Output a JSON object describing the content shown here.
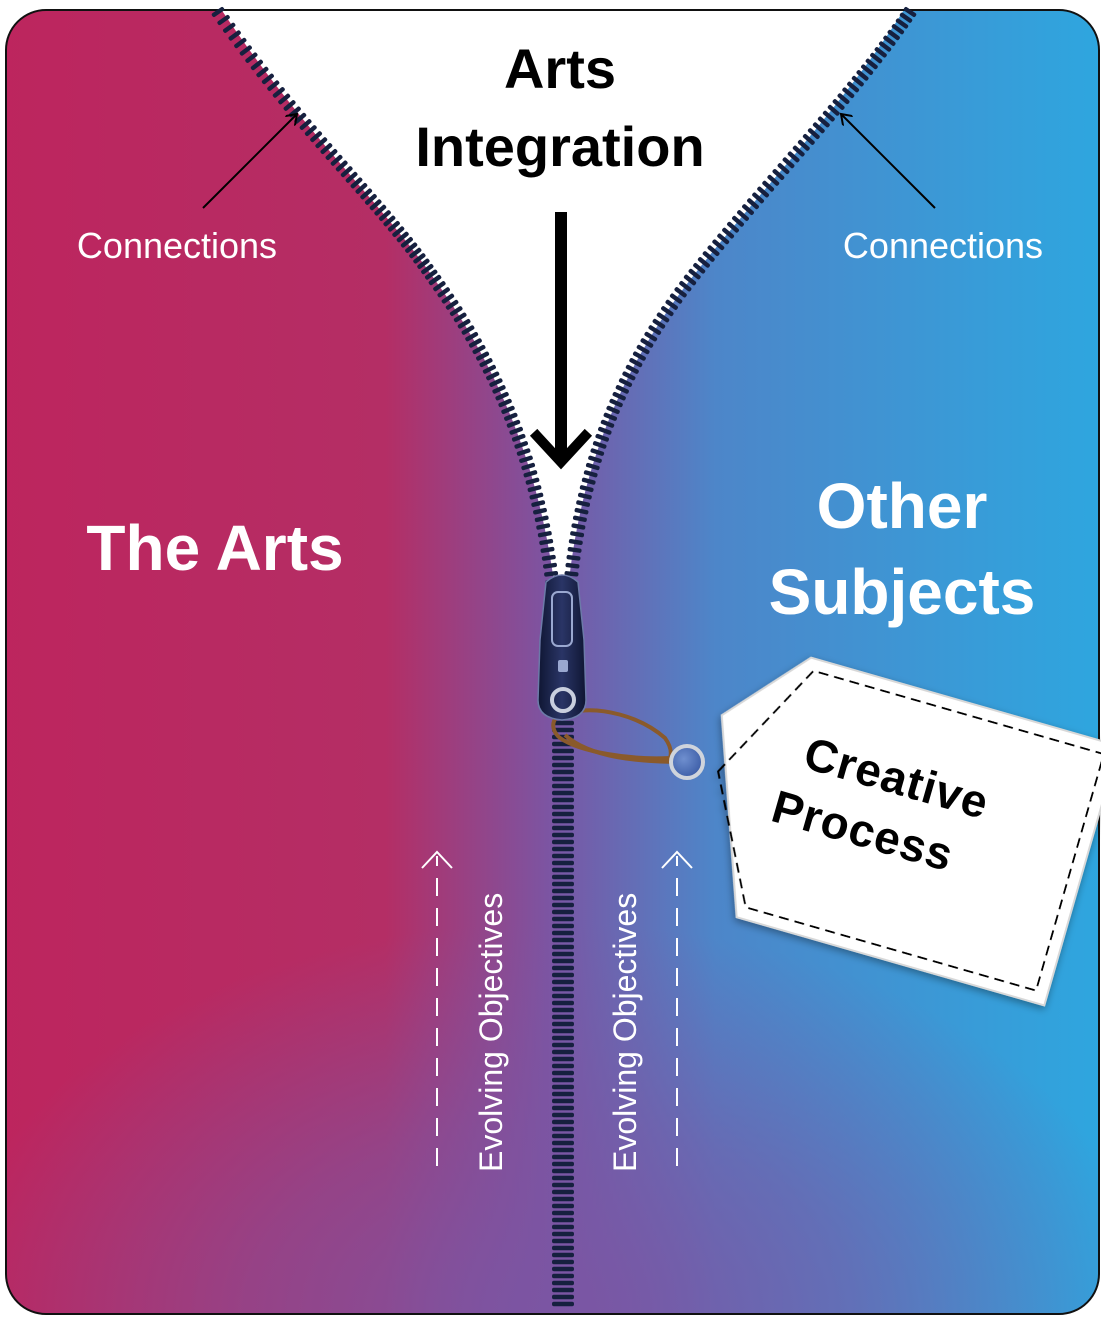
{
  "title": {
    "line1": "Arts",
    "line2": "Integration"
  },
  "left_panel": {
    "label": "The Arts",
    "connections_label": "Connections",
    "objectives_label": "Evolving Objectives"
  },
  "right_panel": {
    "label_line1": "Other",
    "label_line2": "Subjects",
    "connections_label": "Connections",
    "objectives_label": "Evolving Objectives"
  },
  "tag": {
    "line1": "Creative",
    "line2": "Process"
  },
  "icons": {
    "zipper": "zipper-slider-icon",
    "down_arrow": "down-arrow-icon",
    "connection_arrow": "diagonal-arrow-icon",
    "objective_arrow": "dashed-up-arrow-icon",
    "tag": "price-tag-icon"
  },
  "colors": {
    "arts": "#bd255e",
    "subjects": "#2ea6df",
    "blend": "#7b55a3",
    "zipper": "#16203f",
    "text_light": "#ffffff",
    "text_dark": "#000000",
    "string": "#8a5a2b"
  }
}
